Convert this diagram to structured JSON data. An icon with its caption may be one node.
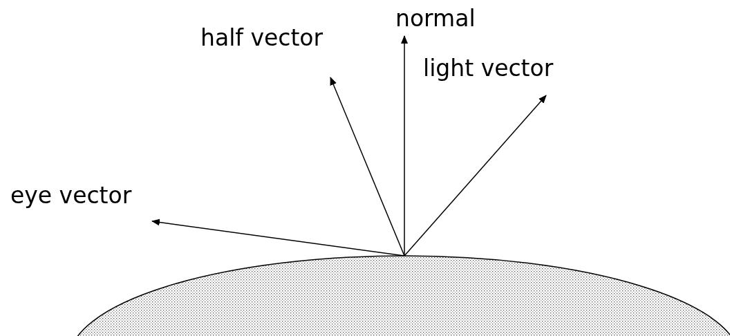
{
  "diagram": {
    "nodes": [
      {
        "text": [
          "normal"
        ]
      },
      {
        "text": [
          "half vector"
        ]
      },
      {
        "text": [
          "light vector"
        ]
      },
      {
        "text": [
          "eye vector"
        ]
      },
      {
        "text": [],
        "shape": "ellipse"
      }
    ],
    "edges": [
      {
        "from": 4,
        "to": 0,
        "arrow": "to"
      },
      {
        "from": 4,
        "to": 1,
        "arrow": "to"
      },
      {
        "from": 4,
        "to": 2,
        "arrow": "to"
      },
      {
        "from": 4,
        "to": 3,
        "arrow": "to"
      }
    ]
  }
}
